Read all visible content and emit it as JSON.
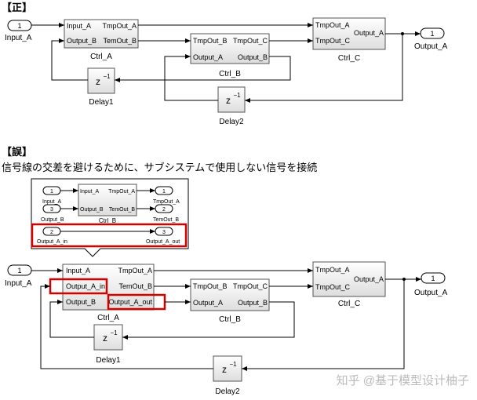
{
  "sections": {
    "correct": {
      "heading": "【正】"
    },
    "wrong": {
      "heading": "【誤】",
      "caption": "信号線の交差を避けるために、サブシステムで使用しない信号を接続"
    }
  },
  "top": {
    "inport": {
      "num": "1",
      "name": "Input_A"
    },
    "outport": {
      "num": "1",
      "name": "Output_A"
    },
    "ctrl_a": {
      "name": "Ctrl_A",
      "in1": "Input_A",
      "in2": "Output_B",
      "out1": "TmpOut_A",
      "out2": "TemOut_B"
    },
    "ctrl_b": {
      "name": "Ctrl_B",
      "in1": "TmpOut_B",
      "in2": "Output_A",
      "out1": "TmpOut_C",
      "out2": "Output_B"
    },
    "ctrl_c": {
      "name": "Ctrl_C",
      "in1": "TmpOut_A",
      "in2": "TmpOut_C",
      "out1": "Output_A"
    },
    "delay1": {
      "name": "Delay1",
      "sym": "z",
      "exp": "−1"
    },
    "delay2": {
      "name": "Delay2",
      "sym": "z",
      "exp": "−1"
    }
  },
  "inset": {
    "in1": {
      "num": "1",
      "name": "Input_A"
    },
    "in3": {
      "num": "3",
      "name": "Output_B"
    },
    "out1": {
      "num": "1",
      "name": "TmpOut_A"
    },
    "out2": {
      "num": "2",
      "name": "TemOut_B"
    },
    "block": {
      "name": "Ctrl_B",
      "in1": "Input_A",
      "in2": "Output_B",
      "out1": "TmpOut_A",
      "out2": "TemOut_B"
    },
    "in2": {
      "num": "2",
      "name": "Output_A_in"
    },
    "out3": {
      "num": "3",
      "name": "Output_A_out"
    }
  },
  "bottom": {
    "inport": {
      "num": "1",
      "name": "Input_A"
    },
    "outport": {
      "num": "1",
      "name": "Output_A"
    },
    "ctrl_a": {
      "name": "Ctrl_A",
      "in1": "Input_A",
      "in2": "Output_A_in",
      "in3": "Output_B",
      "out1": "TmpOut_A",
      "out2": "TemOut_B",
      "out3": "Output_A_out"
    },
    "ctrl_b": {
      "name": "Ctrl_B",
      "in1": "TmpOut_B",
      "in2": "Output_A",
      "out1": "TmpOut_C",
      "out2": "Output_B"
    },
    "ctrl_c": {
      "name": "Ctrl_C",
      "in1": "TmpOut_A",
      "in2": "TmpOut_C",
      "out1": "Output_A"
    },
    "delay1": {
      "name": "Delay1",
      "sym": "z",
      "exp": "−1"
    },
    "delay2": {
      "name": "Delay2",
      "sym": "z",
      "exp": "−1"
    }
  },
  "watermark": "知乎 @基于模型设计柚子",
  "colors": {
    "highlight": "#d40000",
    "block_fill": "#eeeeee",
    "wire": "#000000"
  }
}
